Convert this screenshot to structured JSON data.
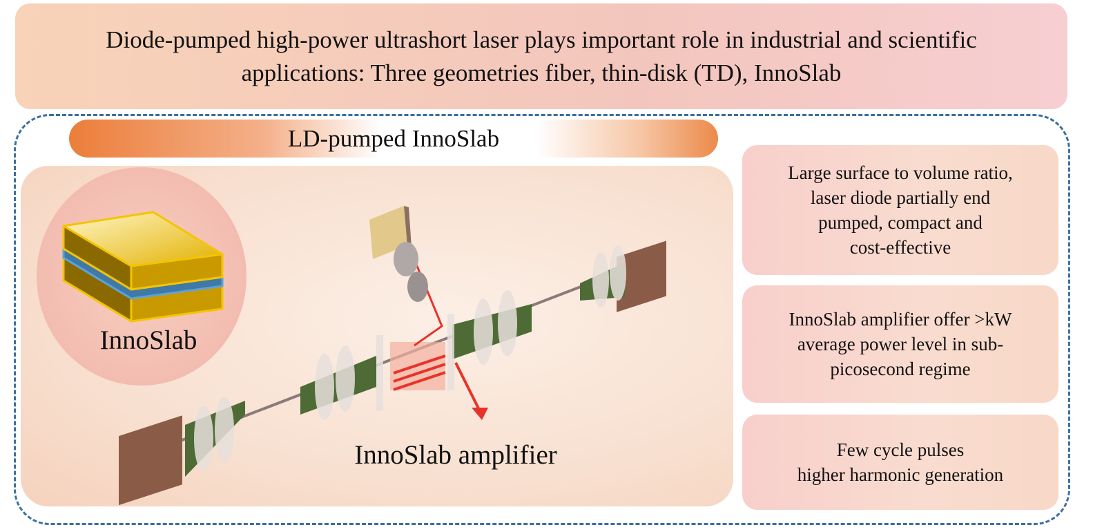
{
  "header": {
    "line1": "Diode-pumped high-power ultrashort laser plays important role in industrial and scientific",
    "line2": "applications: Three geometries fiber, thin-disk (TD), InnoSlab"
  },
  "section": {
    "title": "LD-pumped InnoSlab",
    "slab_label": "InnoSlab",
    "amplifier_label": "InnoSlab amplifier"
  },
  "features": [
    {
      "lines": [
        "Large surface to volume ratio,",
        "laser diode partially end",
        "pumped, compact and",
        "cost-effective"
      ]
    },
    {
      "lines": [
        "InnoSlab amplifier offer >kW",
        "average power level in sub-",
        "picosecond regime"
      ]
    },
    {
      "lines": [
        "Few cycle pulses",
        "higher harmonic generation"
      ]
    }
  ],
  "colors": {
    "frame": "#3d6f9c",
    "accent": "#ec7e3a",
    "slab_gold": "#c89a00",
    "slab_blue": "#3f79a8",
    "beam": "#e8332a"
  }
}
